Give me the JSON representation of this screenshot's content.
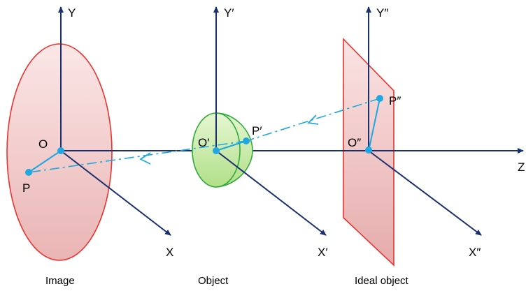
{
  "colors": {
    "axis": "#1a2f6e",
    "image_fill": "#f2c9c9",
    "image_stroke": "#e8352f",
    "object_fill": "#c6e9a6",
    "object_stroke": "#2faa3a",
    "ray": "#1ea7e0",
    "point": "#1ea7e0"
  },
  "image": {
    "caption": "Image",
    "axis_y": "Y",
    "axis_x": "X",
    "origin": "O",
    "point": "P"
  },
  "object": {
    "caption": "Object",
    "axis_y": "Y′",
    "axis_x": "X′",
    "origin": "O′",
    "point": "P′"
  },
  "ideal": {
    "caption": "Ideal object",
    "axis_y": "Y″",
    "axis_x": "X″",
    "origin": "O″",
    "point": "P″"
  },
  "axis_z": "Z"
}
